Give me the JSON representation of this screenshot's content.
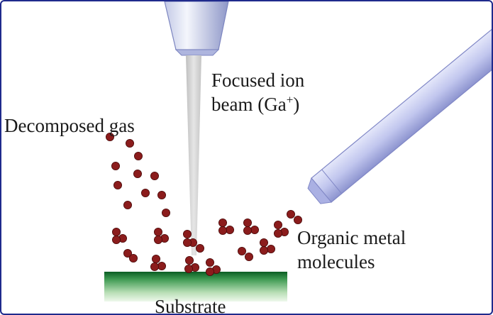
{
  "labels": {
    "focused_ion_beam_line1": "Focused ion",
    "focused_ion_beam_line2_prefix": "beam (Ga",
    "focused_ion_beam_superscript": "+",
    "focused_ion_beam_line2_suffix": ")",
    "decomposed_gas": "Decomposed gas",
    "organic_metal_line1": "Organic metal",
    "organic_metal_line2": "molecules",
    "substrate": "Substrate"
  },
  "colors": {
    "frame_border": "#1f2a8c",
    "molecule": "#8b1c1c",
    "molecule_edge": "#4a0a0a",
    "substrate_top": "#0f6b2a",
    "substrate_bottom": "#dff0dc",
    "beam": "#d9d9d9",
    "column_light": "#f2f4fb",
    "column_dark": "#9aa3d0",
    "nozzle": "#b9bee8"
  }
}
